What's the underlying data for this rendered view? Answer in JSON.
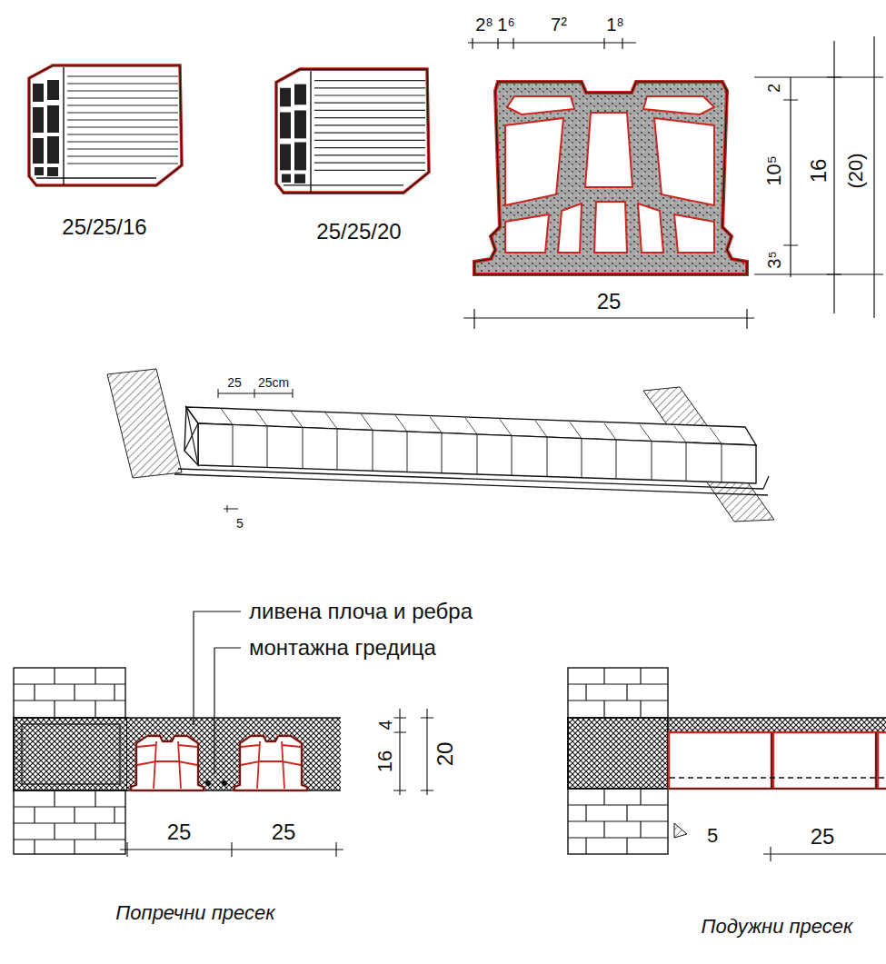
{
  "diagram": {
    "labels": [
      "25/25/16",
      "25/25/20",
      "2⁸",
      "1⁶",
      "7²",
      "1⁸",
      "2",
      "10⁵",
      "3⁵",
      "16",
      "(20)",
      "25",
      "25",
      "25cm",
      "5",
      "ливена плоча и ребра",
      "монтажна гредица",
      "16",
      "4",
      "20",
      "25",
      "25",
      "5",
      "25",
      "Попречни пресек",
      "Подужни пресек"
    ]
  }
}
